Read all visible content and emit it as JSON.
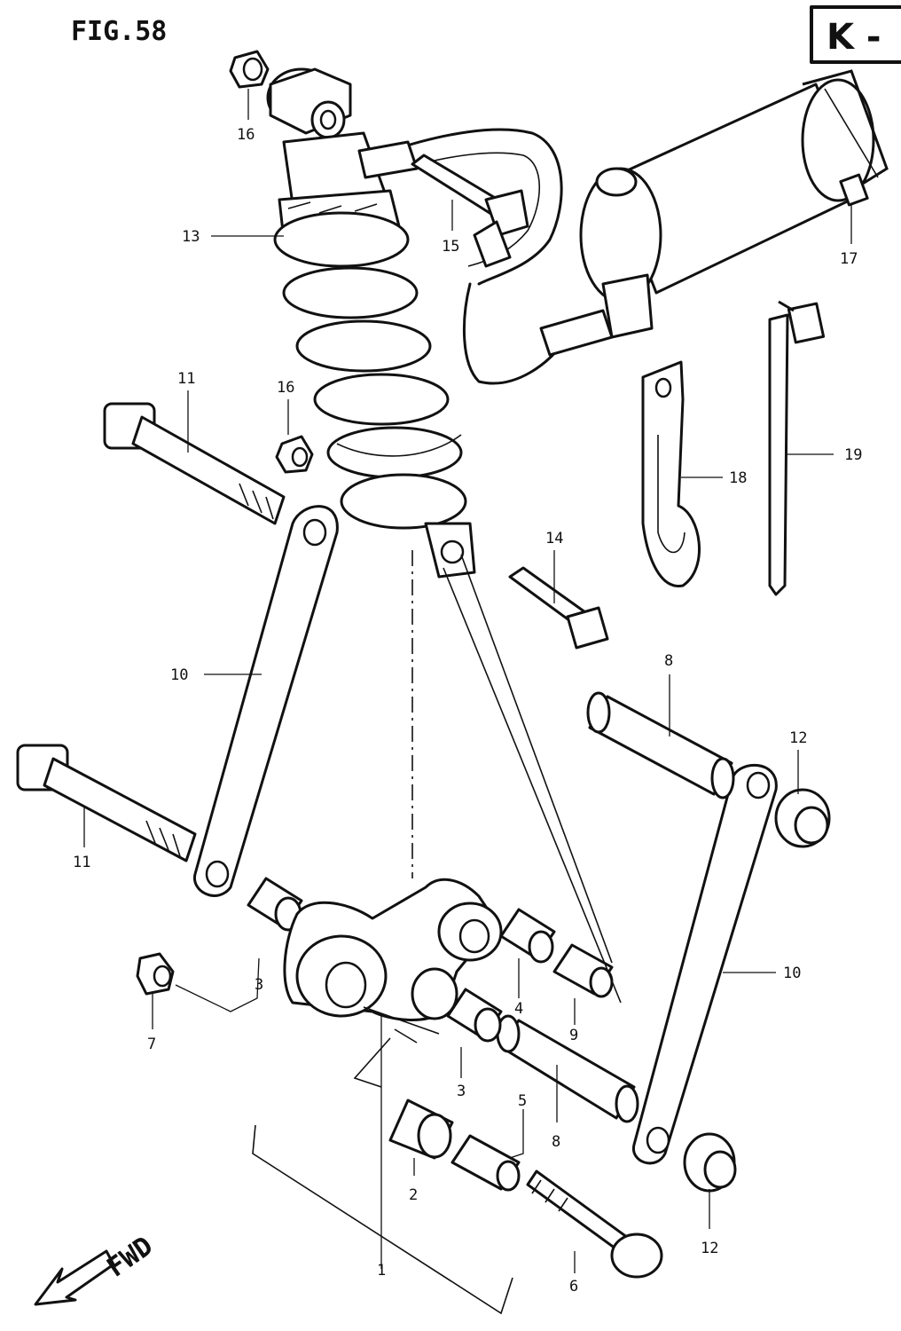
{
  "figure_title": "FIG.58",
  "section_badge": "K -",
  "direction_label": "FWD",
  "callouts": {
    "c1": "1",
    "c2": "2",
    "c3a": "3",
    "c3b": "3",
    "c4": "4",
    "c5": "5",
    "c6": "6",
    "c7": "7",
    "c8a": "8",
    "c8b": "8",
    "c9": "9",
    "c10a": "10",
    "c10b": "10",
    "c11a": "11",
    "c11b": "11",
    "c12a": "12",
    "c12b": "12",
    "c13": "13",
    "c14": "14",
    "c15": "15",
    "c16a": "16",
    "c16b": "16",
    "c17": "17",
    "c18": "18",
    "c19": "19"
  }
}
